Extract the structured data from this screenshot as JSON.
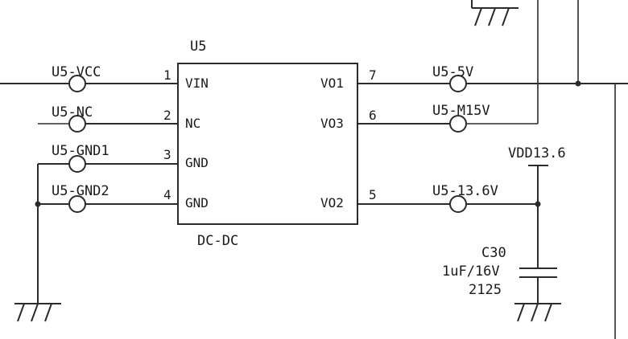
{
  "ic": {
    "refdes": "U5",
    "value": "DC-DC",
    "pins": [
      {
        "num": "1",
        "name": "VIN"
      },
      {
        "num": "2",
        "name": "NC"
      },
      {
        "num": "3",
        "name": "GND"
      },
      {
        "num": "4",
        "name": "GND"
      },
      {
        "num": "7",
        "name": "VO1"
      },
      {
        "num": "6",
        "name": "VO3"
      },
      {
        "num": "5",
        "name": "VO2"
      }
    ]
  },
  "testpoints": [
    "U5-VCC",
    "U5-NC",
    "U5-GND1",
    "U5-GND2",
    "U5-5V",
    "U5-M15V",
    "U5-13.6V"
  ],
  "power_label": "VDD13.6",
  "capacitor": {
    "refdes": "C30",
    "value": "1uF/16V",
    "package": "2125"
  }
}
